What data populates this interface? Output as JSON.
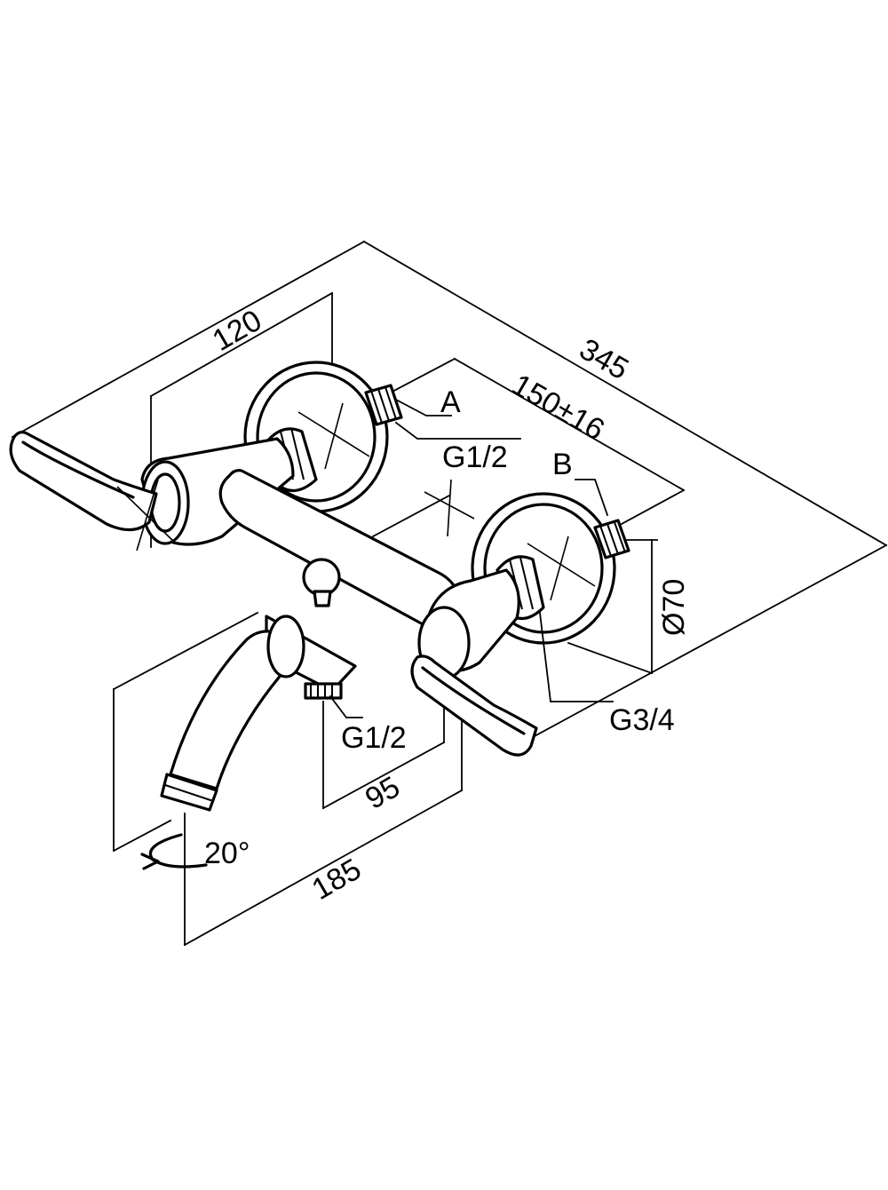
{
  "labels": {
    "dim_345": "345",
    "dim_120": "120",
    "dim_150": "150±16",
    "dim_70": "Ø70",
    "dim_95": "95",
    "dim_185": "185",
    "angle": "20°",
    "port_a": "A",
    "port_b": "B",
    "thread_a": "G1/2",
    "thread_spout": "G1/2",
    "thread_b": "G3/4"
  },
  "colors": {
    "ink": "#000000",
    "paper": "#ffffff"
  }
}
